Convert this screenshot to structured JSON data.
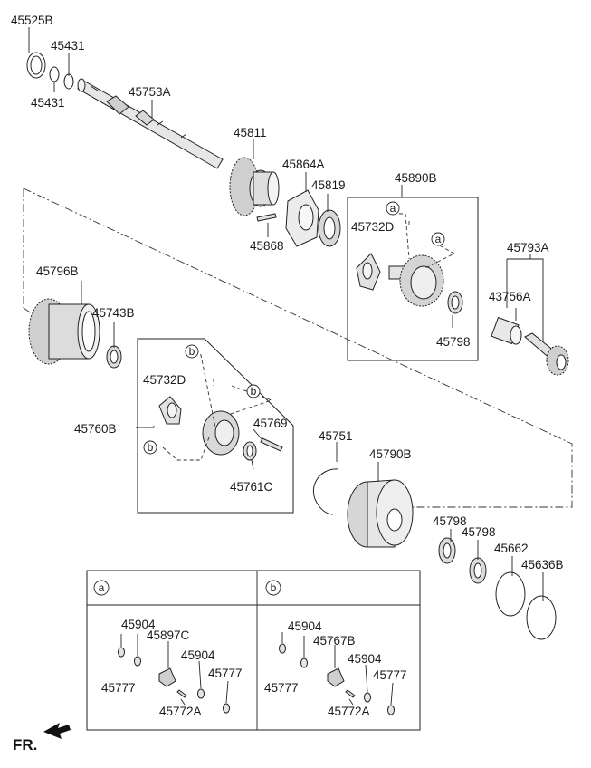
{
  "parts": {
    "p45525B": "45525B",
    "p45431_top": "45431",
    "p45431_left": "45431",
    "p45753A": "45753A",
    "p45811": "45811",
    "p45864A": "45864A",
    "p45819": "45819",
    "p45868": "45868",
    "p45890B": "45890B",
    "p45732D_upper": "45732D",
    "p45793A": "45793A",
    "p43756A": "43756A",
    "p45798_upper": "45798",
    "p45796B": "45796B",
    "p45743B": "45743B",
    "p45760B": "45760B",
    "p45732D_lower": "45732D",
    "p45769": "45769",
    "p45761C": "45761C",
    "p45751": "45751",
    "p45790B": "45790B",
    "p45798_mid": "45798",
    "p45798_low": "45798",
    "p45662": "45662",
    "p45636B": "45636B"
  },
  "markers": {
    "a": "a",
    "b": "b"
  },
  "detail_a": {
    "marker": "a",
    "p45904_1": "45904",
    "p45897C": "45897C",
    "p45904_2": "45904",
    "p45777_1": "45777",
    "p45777_2": "45777",
    "p45772A": "45772A"
  },
  "detail_b": {
    "marker": "b",
    "p45904_1": "45904",
    "p45767B": "45767B",
    "p45904_2": "45904",
    "p45777_1": "45777",
    "p45777_2": "45777",
    "p45772A": "45772A"
  },
  "footer": {
    "fr_label": "FR."
  }
}
